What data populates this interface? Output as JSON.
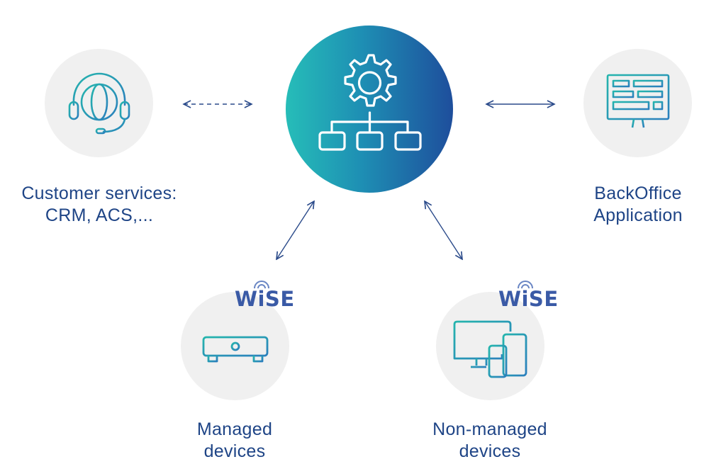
{
  "nodes": {
    "customer_services": {
      "label_line1": "Customer services:",
      "label_line2": "CRM, ACS,...",
      "icon": "headset-globe-icon"
    },
    "backoffice": {
      "label_line1": "BackOffice",
      "label_line2": "Application",
      "icon": "monitor-icon"
    },
    "managed": {
      "label_line1": "Managed",
      "label_line2": "devices",
      "badge": "WiSE",
      "icon": "set-top-box-icon"
    },
    "non_managed": {
      "label_line1": "Non-managed",
      "label_line2": "devices",
      "badge": "WiSE",
      "icon": "devices-icon"
    },
    "hub": {
      "icon": "gear-network-icon"
    }
  },
  "colors": {
    "text": "#1e4486",
    "hub_gradient_start": "#26bdb8",
    "hub_gradient_end": "#1e4e9c",
    "icon_teal": "#2aa9b4",
    "node_bg": "#f0f0f0",
    "arrow": "#2a4a8a",
    "badge": "#3a5aa6"
  },
  "connections": [
    {
      "from": "customer_services",
      "to": "hub",
      "style": "dashed"
    },
    {
      "from": "hub",
      "to": "backoffice",
      "style": "solid"
    },
    {
      "from": "hub",
      "to": "managed",
      "style": "solid"
    },
    {
      "from": "hub",
      "to": "non_managed",
      "style": "solid"
    }
  ]
}
